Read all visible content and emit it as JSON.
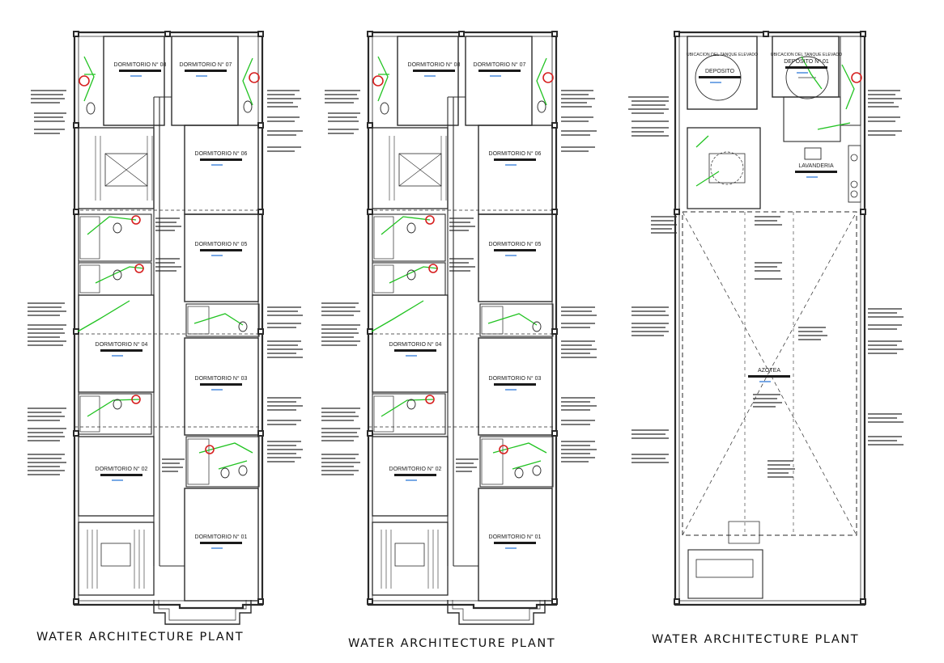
{
  "colors": {
    "wall": "#2a2a2a",
    "pipe_green": "#22c322",
    "fixture_red": "#d62020",
    "label_blue": "#1e6fd6",
    "text": "#111111"
  },
  "plans": [
    {
      "caption": "WATER ARCHITECTURE PLANT",
      "rooms": [
        "DORMITORIO N° 08",
        "DORMITORIO N° 07",
        "DORMITORIO N° 06",
        "DORMITORIO N° 05",
        "DORMITORIO N° 04",
        "DORMITORIO N° 03",
        "DORMITORIO N° 02",
        "DORMITORIO N° 01"
      ]
    },
    {
      "caption": "WATER ARCHITECTURE PLANT",
      "rooms": [
        "DORMITORIO N° 08",
        "DORMITORIO N° 07",
        "DORMITORIO N° 06",
        "DORMITORIO N° 05",
        "DORMITORIO N° 04",
        "DORMITORIO N° 03",
        "DORMITORIO N° 02",
        "DORMITORIO N° 01"
      ]
    },
    {
      "caption": "WATER ARCHITECTURE PLANT",
      "rooms": [
        "UBICACION DEL TANQUE ELEVADO",
        "UBICACION DEL TANQUE ELEVADO",
        "DEPOSITO",
        "DEPOSITO N° 01",
        "LAVANDERIA",
        "AZOTEA"
      ]
    }
  ]
}
